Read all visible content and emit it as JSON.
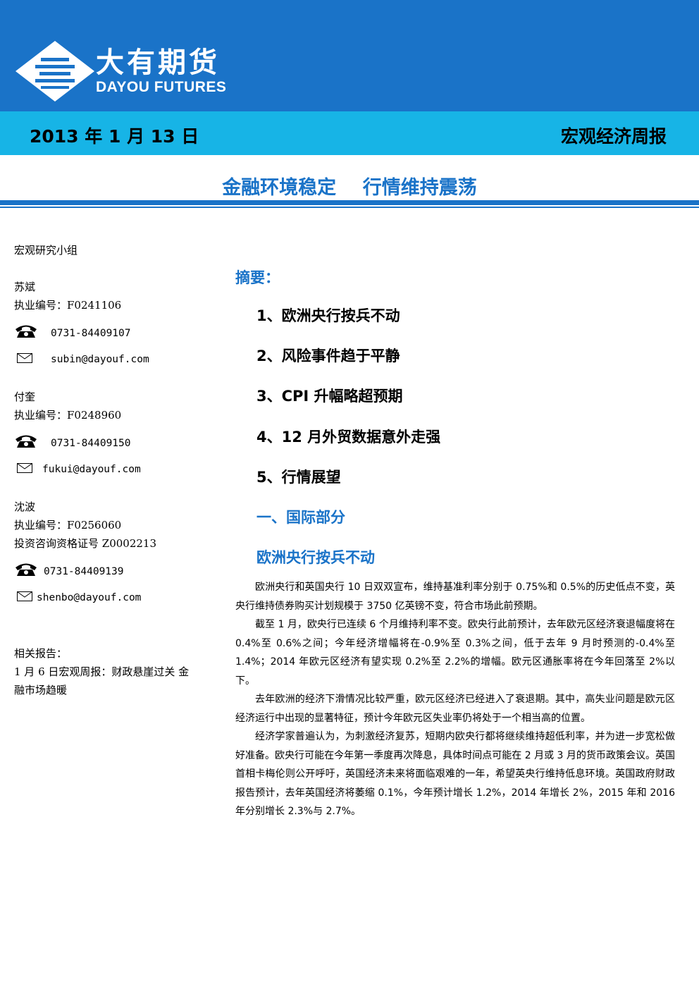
{
  "header": {
    "brand_cn": "大有期货",
    "brand_en": "DAYOU FUTURES",
    "date": "2013 年 1 月 13 日",
    "report_type": "宏观经济周报",
    "colors": {
      "primary_blue": "#1a73c8",
      "secondary_blue": "#17b4e6"
    }
  },
  "headline": "金融环境稳定    行情维持震荡",
  "sidebar": {
    "group": "宏观研究小组",
    "analysts": [
      {
        "name": "苏斌",
        "license": "执业编号：F0241106",
        "phone": "0731-84409107",
        "email": "subin@dayouf.com"
      },
      {
        "name": "付奎",
        "license": "执业编号：F0248960",
        "phone": "0731-84409150",
        "email": "fukui@dayouf.com"
      },
      {
        "name": "沈波",
        "license": "执业编号：F0256060",
        "license2": "投资咨询资格证号 Z0002213",
        "phone": "0731-84409139",
        "email": "shenbo@dayouf.com"
      }
    ],
    "related_title": "相关报告：",
    "related_line1": "1 月 6 日宏观周报：财政悬崖过关    金",
    "related_line2": "融市场趋暖"
  },
  "summary": {
    "title": "摘要：",
    "items": [
      "1、欧洲央行按兵不动",
      "2、风险事件趋于平静",
      "3、CPI 升幅略超预期",
      "4、12 月外贸数据意外走强",
      "5、行情展望"
    ]
  },
  "section": {
    "title": "一、国际部分",
    "subtitle": "欧洲央行按兵不动",
    "paragraphs": [
      "欧洲央行和英国央行 10 日双双宣布，维持基准利率分别于 0.75%和 0.5%的历史低点不变，英央行维持债券购买计划规模于 3750 亿英镑不变，符合市场此前预期。",
      "截至 1 月，欧央行已连续 6 个月维持利率不变。欧央行此前预计，去年欧元区经济衰退幅度将在 0.4%至 0.6%之间；今年经济增幅将在-0.9%至 0.3%之间，低于去年 9 月时预测的-0.4%至 1.4%；2014 年欧元区经济有望实现 0.2%至 2.2%的增幅。欧元区通胀率将在今年回落至 2%以下。",
      "去年欧洲的经济下滑情况比较严重，欧元区经济已经进入了衰退期。其中，高失业问题是欧元区经济运行中出现的显著特征，预计今年欧元区失业率仍将处于一个相当高的位置。",
      "经济学家普遍认为，为刺激经济复苏，短期内欧央行都将继续维持超低利率，并为进一步宽松做好准备。欧央行可能在今年第一季度再次降息，具体时间点可能在 2 月或 3 月的货币政策会议。英国首相卡梅伦则公开呼吁，英国经济未来将面临艰难的一年，希望英央行维持低息环境。英国政府财政报告预计，去年英国经济将萎缩 0.1%，今年预计增长 1.2%，2014 年增长 2%，2015 年和 2016 年分别增长 2.3%与 2.7%。"
    ]
  },
  "icons": {
    "phone": "telephone-icon",
    "mail": "envelope-icon",
    "logo": "dayou-logo-icon"
  }
}
